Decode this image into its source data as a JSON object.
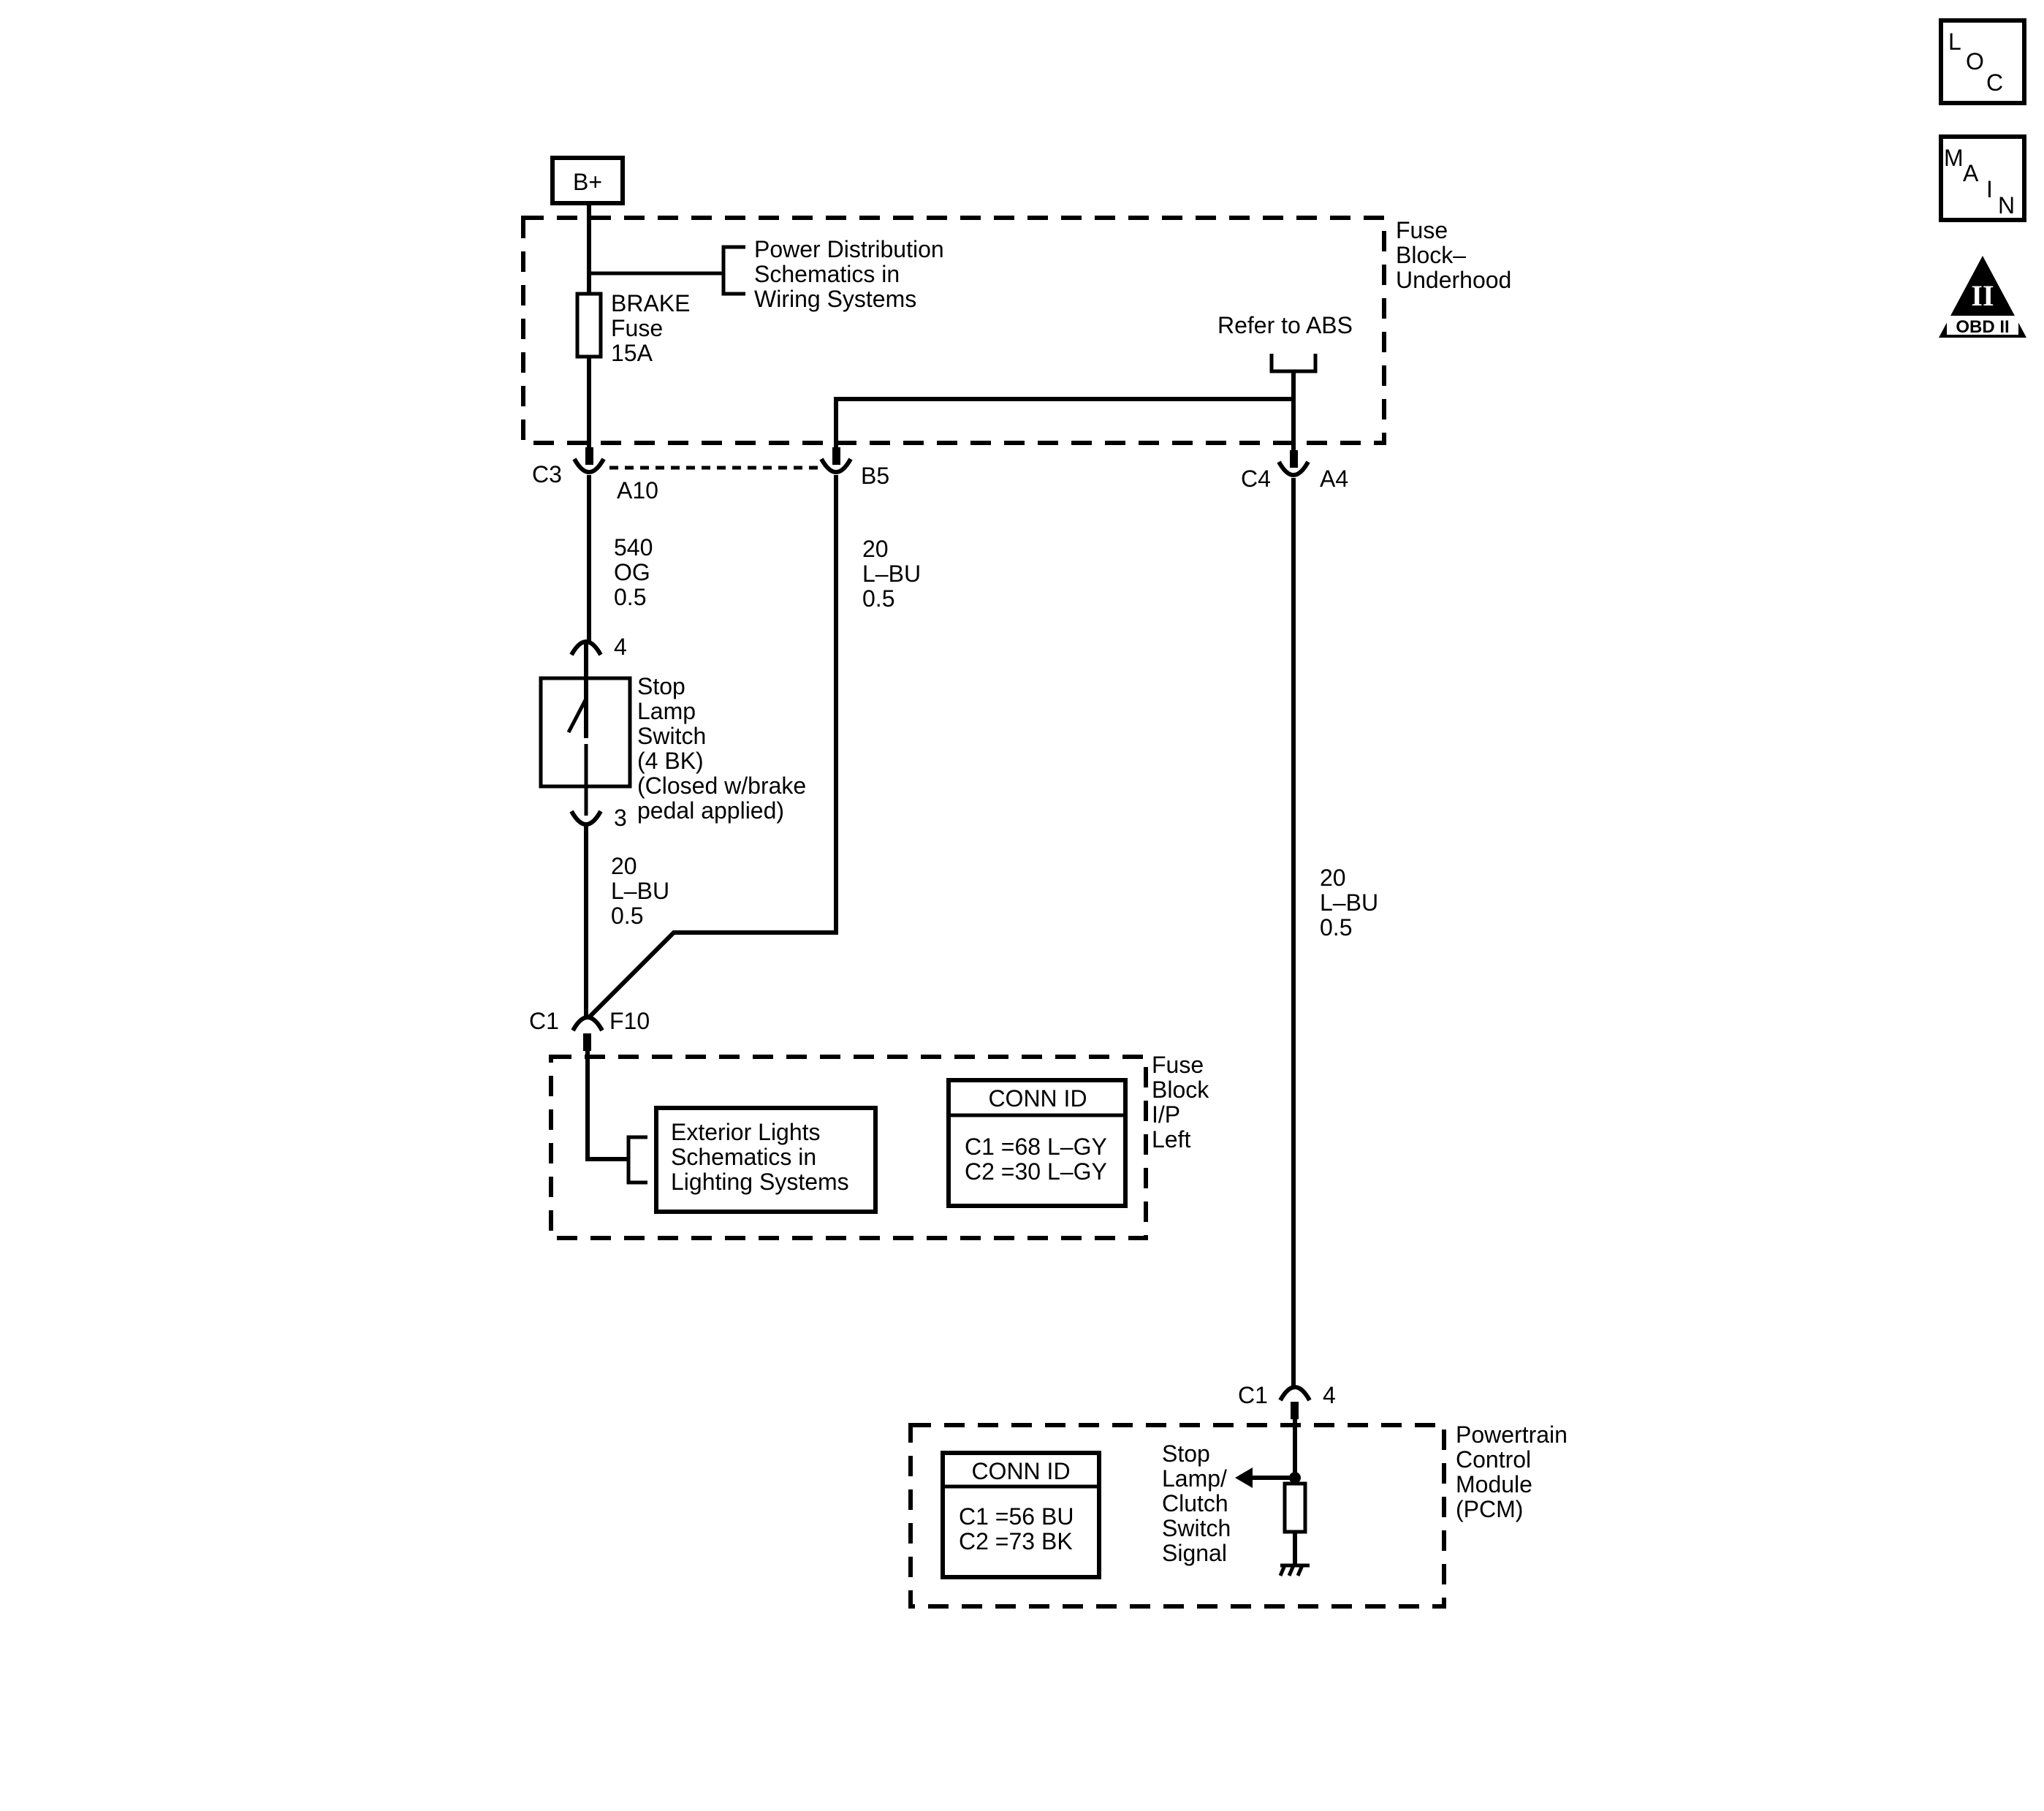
{
  "nav": {
    "loc": [
      "L",
      "O",
      "C"
    ],
    "main": [
      "M",
      "A",
      "I",
      "N"
    ],
    "obd": {
      "numeral": "II",
      "label": "OBD II"
    }
  },
  "power": {
    "label": "B+"
  },
  "fuse_block_underhood": {
    "label": [
      "Fuse",
      "Block–",
      "Underhood"
    ],
    "power_dist_ref": [
      "Power Distribution",
      "Schematics in",
      "Wiring Systems"
    ],
    "fuse_label": [
      "BRAKE",
      "Fuse",
      "15A"
    ],
    "abs_ref": "Refer to ABS"
  },
  "connectors": {
    "c3": "C3",
    "a10": "A10",
    "b5": "B5",
    "c4": "C4",
    "a4": "A4",
    "sw_pin4": "4",
    "sw_pin3": "3",
    "c1_ip": "C1",
    "f10": "F10",
    "c1_pcm": "C1",
    "pcm_pin4": "4"
  },
  "wires": {
    "w540": [
      "540",
      "OG",
      "0.5"
    ],
    "w20_b5": [
      "20",
      "L–BU",
      "0.5"
    ],
    "w20_sw": [
      "20",
      "L–BU",
      "0.5"
    ],
    "w20_a4": [
      "20",
      "L–BU",
      "0.5"
    ]
  },
  "stop_lamp_switch": {
    "label": [
      "Stop",
      "Lamp",
      "Switch",
      "(4 BK)",
      "(Closed w/brake",
      "pedal applied)"
    ]
  },
  "fuse_block_ip": {
    "label": [
      "Fuse",
      "Block",
      "I/P",
      "Left"
    ],
    "ext_lights_ref": [
      "Exterior Lights",
      "Schematics in",
      "Lighting Systems"
    ],
    "conn_id": {
      "title": "CONN ID",
      "lines": [
        "C1 =68 L–GY",
        "C2 =30 L–GY"
      ]
    }
  },
  "pcm": {
    "label": [
      "Powertrain",
      "Control",
      "Module",
      "(PCM)"
    ],
    "signal_label": [
      "Stop",
      "Lamp/",
      "Clutch",
      "Switch",
      "Signal"
    ],
    "conn_id": {
      "title": "CONN ID",
      "lines": [
        "C1 =56 BU",
        "C2 =73 BK"
      ]
    }
  }
}
